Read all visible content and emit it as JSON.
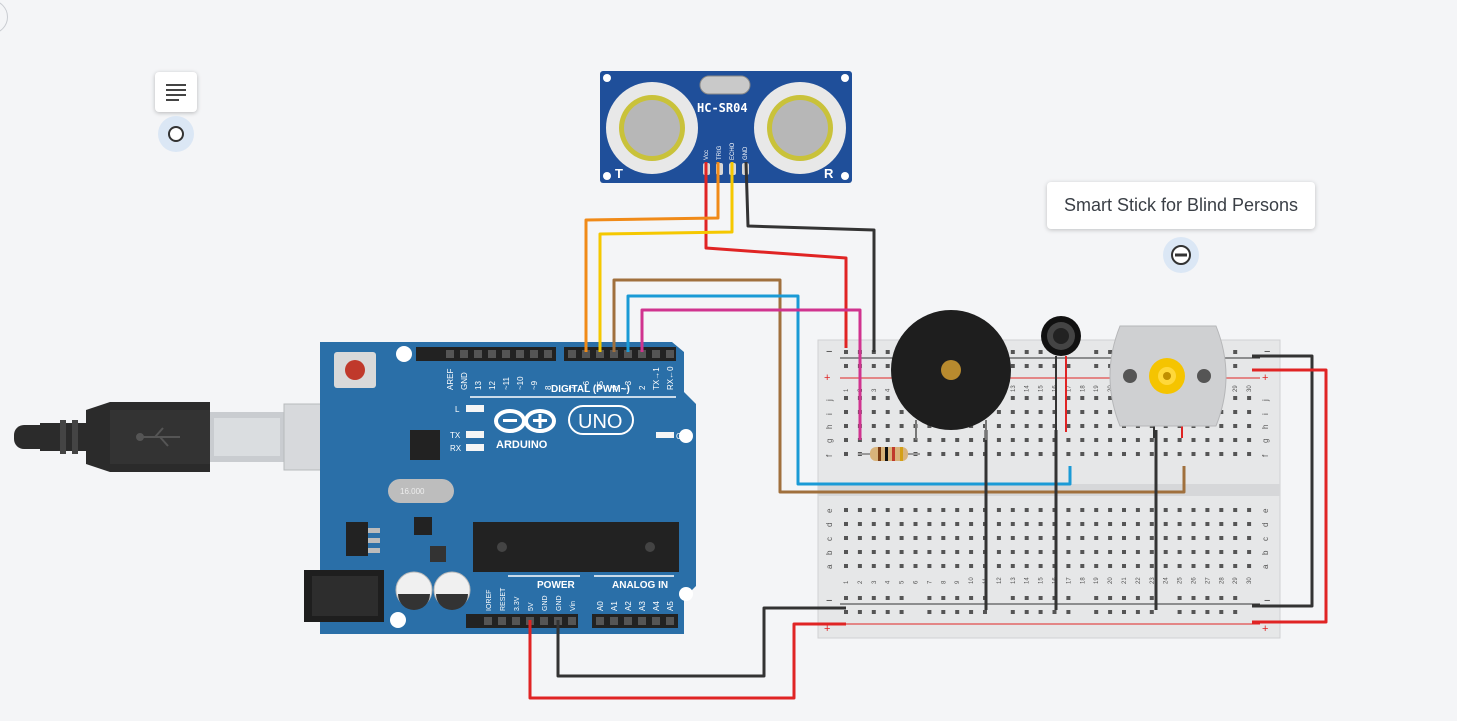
{
  "annotation": {
    "text": "Smart Stick for Blind Persons"
  },
  "sensor": {
    "label": "HC-SR04",
    "pins": [
      "Vcc",
      "TRIG",
      "ECHO",
      "GND"
    ],
    "t_label": "T",
    "r_label": "R"
  },
  "arduino": {
    "brand": "ARDUINO",
    "model": "UNO",
    "digital_label": "DIGITAL (PWM~)",
    "power_label": "POWER",
    "analog_label": "ANALOG IN",
    "on_label": "ON",
    "l_label": "L",
    "tx_label": "TX",
    "rx_label": "RX",
    "crystal_label": "16.000",
    "digital_pins": [
      "AREF",
      "GND",
      "13",
      "12",
      "~11",
      "~10",
      "~9",
      "8",
      "7",
      "~6",
      "~5",
      "4",
      "~3",
      "2",
      "TX→1",
      "RX←0"
    ],
    "power_pins": [
      "IOREF",
      "RESET",
      "3.3V",
      "5V",
      "GND",
      "GND",
      "Vin"
    ],
    "analog_pins": [
      "A0",
      "A1",
      "A2",
      "A3",
      "A4",
      "A5"
    ]
  },
  "breadboard": {
    "row_letters_top": [
      "j",
      "i",
      "h",
      "g",
      "f"
    ],
    "row_letters_bottom": [
      "e",
      "d",
      "c",
      "b",
      "a"
    ],
    "columns": [
      "1",
      "2",
      "3",
      "4",
      "5",
      "6",
      "7",
      "8",
      "9",
      "10",
      "11",
      "12",
      "13",
      "14",
      "15",
      "16",
      "17",
      "18",
      "19",
      "20",
      "21",
      "22",
      "23",
      "24",
      "25",
      "26",
      "27",
      "28",
      "29",
      "30"
    ],
    "minus": "−",
    "plus": "+"
  },
  "colors": {
    "board_blue": "#2a6fa8",
    "sensor_blue": "#1f4f9a",
    "wire_red": "#e02424",
    "wire_black": "#333333",
    "wire_orange": "#f08a18",
    "wire_yellow": "#f5c800",
    "wire_brown": "#a0703d",
    "wire_cyan": "#1a9ad6",
    "wire_magenta": "#d0338f"
  },
  "icons": {
    "notes": "notes-icon",
    "pin": "pin-icon",
    "minus_pin": "minus-circle-icon"
  }
}
